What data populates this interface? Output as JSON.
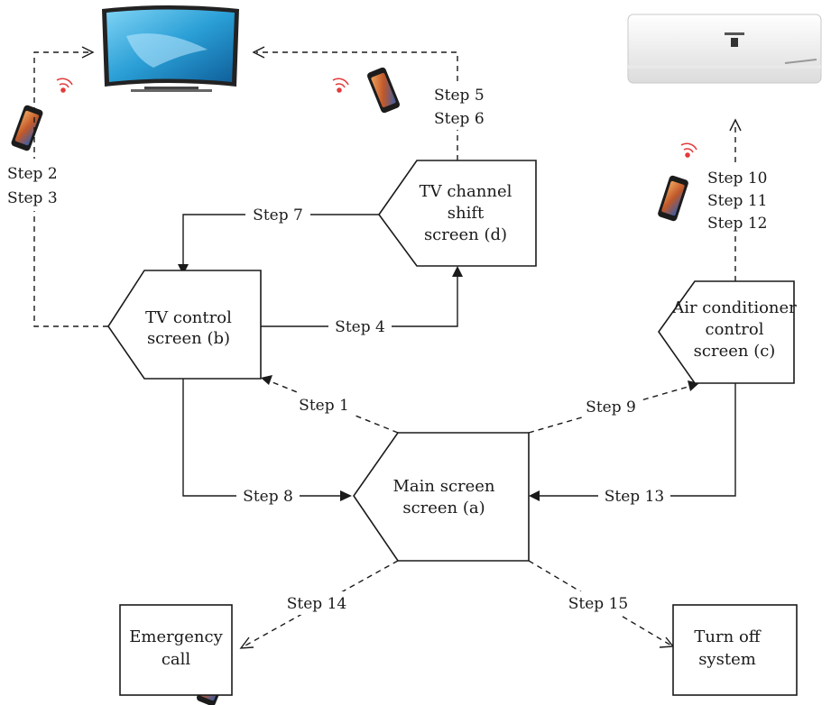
{
  "nodes": {
    "main": [
      "Main screen",
      "screen (a)"
    ],
    "tv_control": [
      "TV control",
      "screen (b)"
    ],
    "ac_control": [
      "Air conditioner",
      "control",
      "screen (c)"
    ],
    "tv_channel": [
      "TV channel",
      "shift",
      "screen (d)"
    ],
    "emergency": [
      "Emergency",
      "call"
    ],
    "turn_off": [
      "Turn off",
      "system"
    ]
  },
  "steps": {
    "s1": "Step 1",
    "s2": "Step 2",
    "s3": "Step 3",
    "s4": "Step 4",
    "s5": "Step 5",
    "s6": "Step 6",
    "s7": "Step 7",
    "s8": "Step 8",
    "s9": "Step 9",
    "s10": "Step 10",
    "s11": "Step 11",
    "s12": "Step 12",
    "s13": "Step 13",
    "s14": "Step 14",
    "s15": "Step 15"
  },
  "devices": {
    "tv": "tv-icon",
    "ac": "air-conditioner-icon",
    "phone": "smartphone-icon",
    "signal": "wireless-signal-icon"
  },
  "colors": {
    "line": "#1a1a1a",
    "tv_screen": "#2a9fd6",
    "signal": "#e23b3b",
    "phone_screen": "#c0582a"
  }
}
